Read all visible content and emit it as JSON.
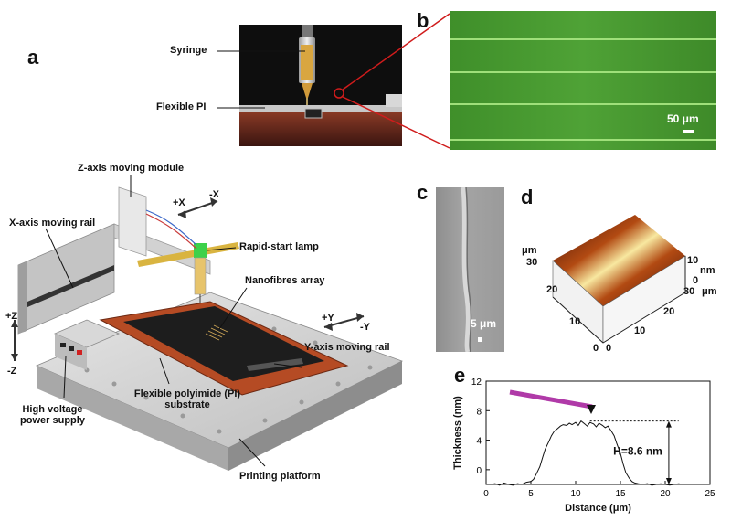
{
  "panels": {
    "a": "a",
    "b": "b",
    "c": "c",
    "d": "d",
    "e": "e"
  },
  "panel_a": {
    "syringe": "Syringe",
    "flexible_pi": "Flexible PI"
  },
  "panel_b": {
    "scale": "50 μm"
  },
  "printer": {
    "z_module": "Z-axis moving module",
    "x_rail": "X-axis moving rail",
    "lamp": "Rapid-start lamp",
    "nanofibres": "Nanofibres array",
    "y_rail": "Y-axis moving rail",
    "substrate_line1": "Flexible polyimide (PI)",
    "substrate_line2": "substrate",
    "hv_line1": "High voltage",
    "hv_line2": "power supply",
    "platform": "Printing  platform",
    "plus_x": "+X",
    "minus_x": "-X",
    "plus_y": "+Y",
    "minus_y": "-Y",
    "plus_z": "+Z",
    "minus_z": "-Z"
  },
  "panel_c": {
    "scale": "5 μm"
  },
  "panel_d": {
    "unit_left": "μm",
    "unit_right": "μm",
    "z_unit": "nm",
    "z_ticks": [
      "10",
      "0"
    ],
    "left_ticks": [
      "30",
      "20",
      "10",
      "0"
    ],
    "right_ticks": [
      "30",
      "20",
      "10",
      "0"
    ]
  },
  "chart_data": {
    "type": "line",
    "xlabel": "Distance (μm)",
    "ylabel": "Thickness (nm)",
    "xlim": [
      0,
      25
    ],
    "ylim": [
      -2,
      12
    ],
    "xticks": [
      "0",
      "5",
      "10",
      "15",
      "20",
      "25"
    ],
    "yticks": [
      "0",
      "4",
      "8",
      "12"
    ],
    "annotation": "H=8.6 nm",
    "series": [
      {
        "x": [
          0.5,
          1,
          1.5,
          2,
          2.5,
          3,
          3.5,
          4,
          4.5,
          5,
          5.3,
          5.6,
          6,
          6.3,
          6.6,
          7,
          7.3,
          7.6,
          8,
          8.3,
          8.6,
          9,
          9.3,
          9.6,
          10,
          10.3,
          10.6,
          11,
          11.3,
          11.6,
          12,
          12.3,
          12.6,
          13,
          13.3,
          13.6,
          14,
          14.3,
          14.6,
          15,
          15.3,
          15.6,
          16,
          16.3,
          16.6,
          17,
          17.5,
          18,
          18.5,
          19,
          19.5,
          20,
          20.5,
          21,
          21.5,
          22
        ],
        "y": [
          -2,
          -1.9,
          -2.1,
          -1.8,
          -2,
          -2.1,
          -1.9,
          -2,
          -1.7,
          -1.6,
          -1.3,
          -0.6,
          0.4,
          1.6,
          2.8,
          3.8,
          4.6,
          5.2,
          5.6,
          5.9,
          6.1,
          6.0,
          6.3,
          6.1,
          6.4,
          6.0,
          6.6,
          6.2,
          5.9,
          6.4,
          6.2,
          5.8,
          6.3,
          6.0,
          5.7,
          5.9,
          5.2,
          4.6,
          3.5,
          2.2,
          0.8,
          -0.4,
          -1.2,
          -1.6,
          -1.8,
          -1.9,
          -2,
          -1.9,
          -2.1,
          -2,
          -1.9,
          -2,
          -2.1,
          -2,
          -1.9,
          -2
        ]
      }
    ]
  }
}
